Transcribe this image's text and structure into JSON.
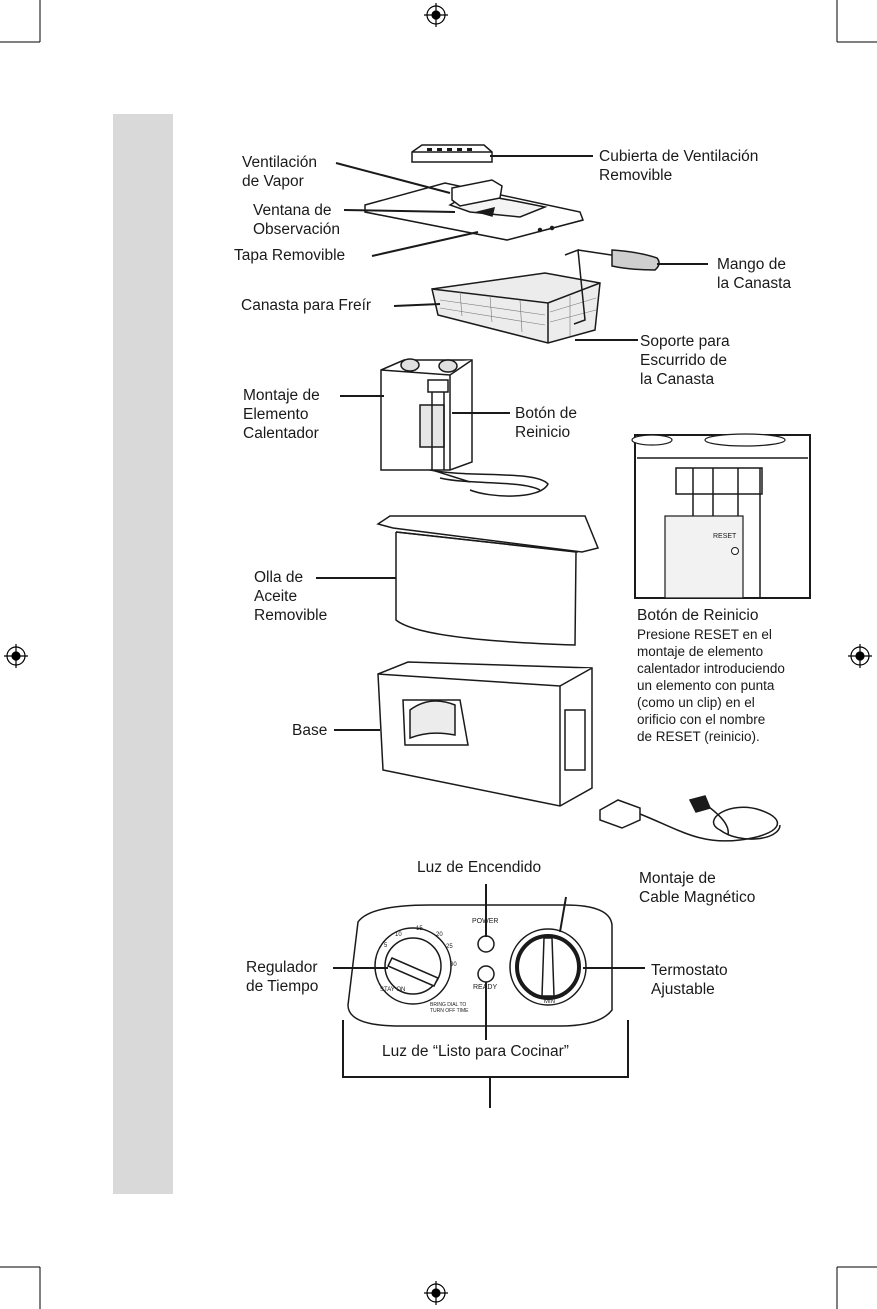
{
  "labels": {
    "vent_steam": [
      "Ventilación",
      "de Vapor"
    ],
    "vent_cover": [
      "Cubierta de Ventilación",
      "Removible"
    ],
    "window": [
      "Ventana de",
      "Observación"
    ],
    "lid": "Tapa Removible",
    "handle": [
      "Mango de",
      "la Canasta"
    ],
    "basket": "Canasta para Freír",
    "basket_hook": [
      "Soporte para",
      "Escurrido de",
      "la Canasta"
    ],
    "heating_element": [
      "Montaje de",
      "Elemento",
      "Calentador"
    ],
    "reset_button": [
      "Botón de",
      "Reinicio"
    ],
    "oil_pot": [
      "Olla de",
      "Aceite",
      "Removible"
    ],
    "base": "Base",
    "cord": [
      "Montaje de",
      "Cable Magnético"
    ],
    "power_light": "Luz de Encendido",
    "timer": [
      "Regulador",
      "de Tiempo"
    ],
    "thermostat": [
      "Termostato",
      "Ajustable"
    ],
    "ready_light": "Luz de “Listo para Cocinar”"
  },
  "reset_note": {
    "title": "Botón de Reinicio",
    "lines": [
      "Presione RESET en el",
      "montaje de elemento",
      "calentador introduciendo",
      "un elemento con punta",
      "(como un clip) en el",
      "orificio con el nombre",
      "de RESET (reinicio)."
    ]
  },
  "inset_reset_text": "RESET",
  "panel_marks": {
    "power": "POWER",
    "ready": "READY",
    "timer_ticks": [
      "5",
      "10",
      "15",
      "20",
      "25",
      "30"
    ],
    "timer_stay": "STAY ON",
    "thermo_min": "MIN",
    "timer_note": "BRING DIAL TO TURN OFF TIME"
  }
}
